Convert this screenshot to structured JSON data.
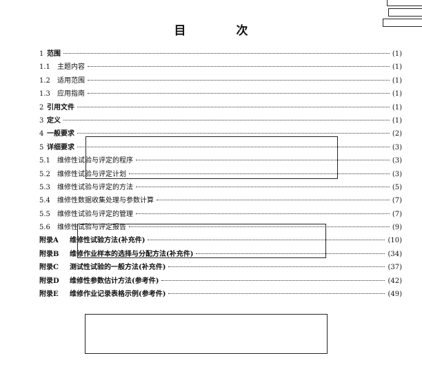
{
  "page": {
    "title": "目　次"
  },
  "toc": [
    {
      "num": "1",
      "label": "范围",
      "page": "(1)",
      "level": 1
    },
    {
      "num": "1.1",
      "label": "主题内容",
      "page": "(1)",
      "level": 2
    },
    {
      "num": "1.2",
      "label": "适用范围",
      "page": "(1)",
      "level": 2
    },
    {
      "num": "1.3",
      "label": "应用指南",
      "page": "(1)",
      "level": 2
    },
    {
      "num": "2",
      "label": "引用文件",
      "page": "(1)",
      "level": 1
    },
    {
      "num": "3",
      "label": "定义",
      "page": "(1)",
      "level": 1
    },
    {
      "num": "4",
      "label": "一般要求",
      "page": "(2)",
      "level": 1
    },
    {
      "num": "5",
      "label": "详细要求",
      "page": "(3)",
      "level": 1
    },
    {
      "num": "5.1",
      "label": "维修性试验与评定的程序",
      "page": "(3)",
      "level": 2
    },
    {
      "num": "5.2",
      "label": "维修性试验与评定计划",
      "page": "(3)",
      "level": 2
    },
    {
      "num": "5.3",
      "label": "维修性试验与评定的方法",
      "page": "(5)",
      "level": 2
    },
    {
      "num": "5.4",
      "label": "维修性数据收集处理与参数计算",
      "page": "(7)",
      "level": 2
    },
    {
      "num": "5.5",
      "label": "维修性试验与评定的管理",
      "page": "(7)",
      "level": 2
    },
    {
      "num": "5.6",
      "label": "维修性试验与评定报告",
      "page": "(9)",
      "level": 2
    },
    {
      "num": "附录A",
      "label": "维修性试验方法(补充件)",
      "page": "(10)",
      "level": "appendix"
    },
    {
      "num": "附录B",
      "label": "维修作业样本的选择与分配方法(补充件)",
      "page": "(34)",
      "level": "appendix"
    },
    {
      "num": "附录C",
      "label": "测试性试验的一般方法(补充件)",
      "page": "(37)",
      "level": "appendix"
    },
    {
      "num": "附录D",
      "label": "维修性参数估计方法(参考件)",
      "page": "(42)",
      "level": "appendix"
    },
    {
      "num": "附录E",
      "label": "维修作业记录表格示例(参考件)",
      "page": "(49)",
      "level": "appendix"
    }
  ]
}
